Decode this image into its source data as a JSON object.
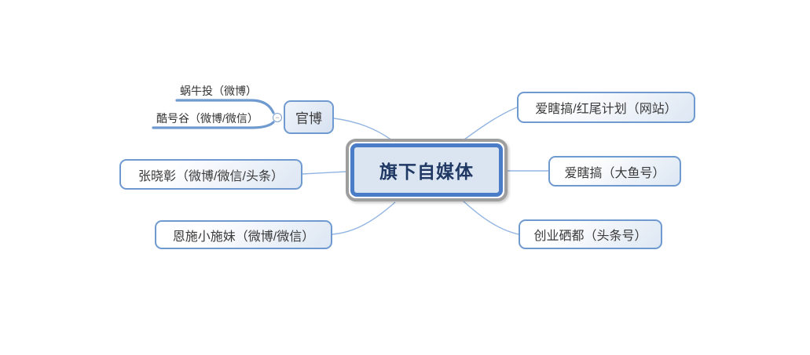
{
  "topics": {
    "central": {
      "label": "旗下自媒体"
    },
    "guanbo": {
      "label": "官博",
      "toggle_symbol": "−",
      "subtopics": [
        {
          "label": "蜗牛投（微博）"
        },
        {
          "label": "酷号谷（微博/微信）"
        }
      ]
    },
    "zhangxiaozhang": {
      "label": "张晓彰（微博/微信/头条）"
    },
    "enshixiaoshimei": {
      "label": "恩施小施妹（微博/微信）"
    },
    "website": {
      "label": "爱瞎搞/红尾计划（网站）"
    },
    "dayuhao": {
      "label": "爱瞎搞（大鱼号）"
    },
    "toutiaohao": {
      "label": "创业硒都（头条号）"
    }
  },
  "colors": {
    "topic_border": "#6f9ad0",
    "topic_fill_light": "#dde7f3",
    "central_border": "#4a7cc7",
    "central_fill": "#dbe5f1",
    "central_outer_frame": "#9e9e9e",
    "connector": "#93b5e2",
    "subtopic_line": "#6f9ad0",
    "topic_text": "#3a3a3a",
    "central_text": "#1f3864"
  }
}
